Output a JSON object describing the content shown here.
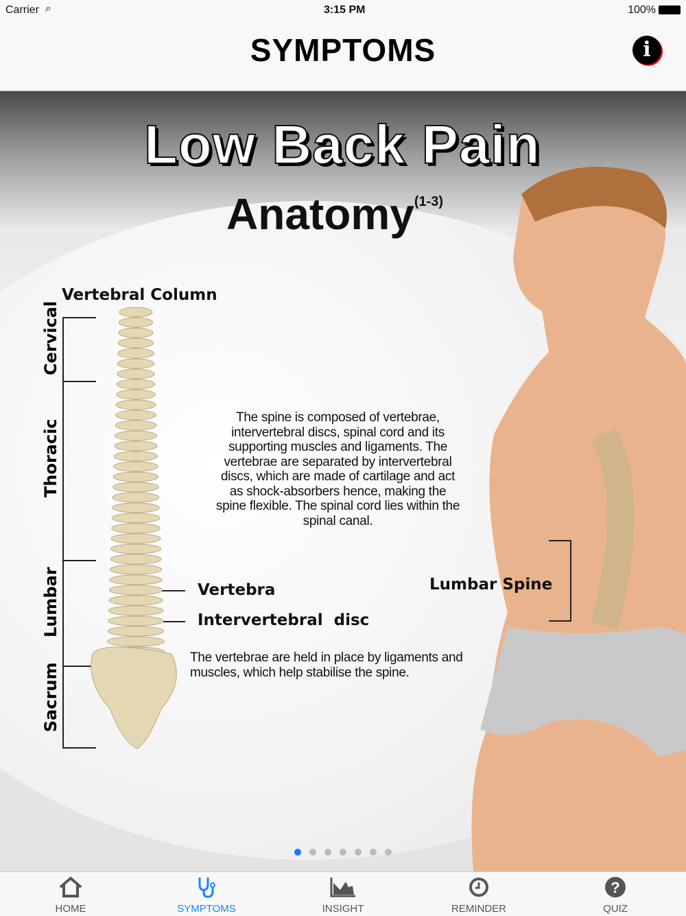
{
  "status": {
    "carrier": "Carrier",
    "time": "3:15 PM",
    "battery": "100%"
  },
  "nav": {
    "title": "SYMPTOMS",
    "info_icon": "info-icon"
  },
  "slide": {
    "title": "Low Back Pain",
    "subtitle": "Anatomy",
    "subtitle_ref": "(1-3)",
    "column_label": "Vertebral Column",
    "regions": [
      "Cervical",
      "Thoracic",
      "Lumbar",
      "Sacrum"
    ],
    "vertebra": "Vertebra",
    "disc": "Intervertebral  disc",
    "lumbar_spine": "Lumbar Spine",
    "para1": [
      "The spine is composed of vertebrae,",
      "intervertebral discs, spinal cord and its",
      "supporting muscles and ligaments. The",
      "vertebrae are separated by intervertebral",
      "discs, which are made of cartilage and act",
      "as shock-absorbers hence, making the",
      "spine flexible. The spinal cord lies within the",
      "spinal canal."
    ],
    "para2": [
      "The vertebrae are held in place by ligaments and",
      "muscles, which help stabilise the spine."
    ]
  },
  "pager": {
    "count": 7,
    "current": 1
  },
  "colors": {
    "accent": "#1a84ff",
    "inactive": "#555555"
  },
  "tabs": [
    {
      "label": "HOME",
      "icon": "home-icon"
    },
    {
      "label": "SYMPTOMS",
      "icon": "stethoscope-icon"
    },
    {
      "label": "INSIGHT",
      "icon": "chart-icon"
    },
    {
      "label": "REMINDER",
      "icon": "clock-icon"
    },
    {
      "label": "QUIZ",
      "icon": "question-icon"
    }
  ]
}
